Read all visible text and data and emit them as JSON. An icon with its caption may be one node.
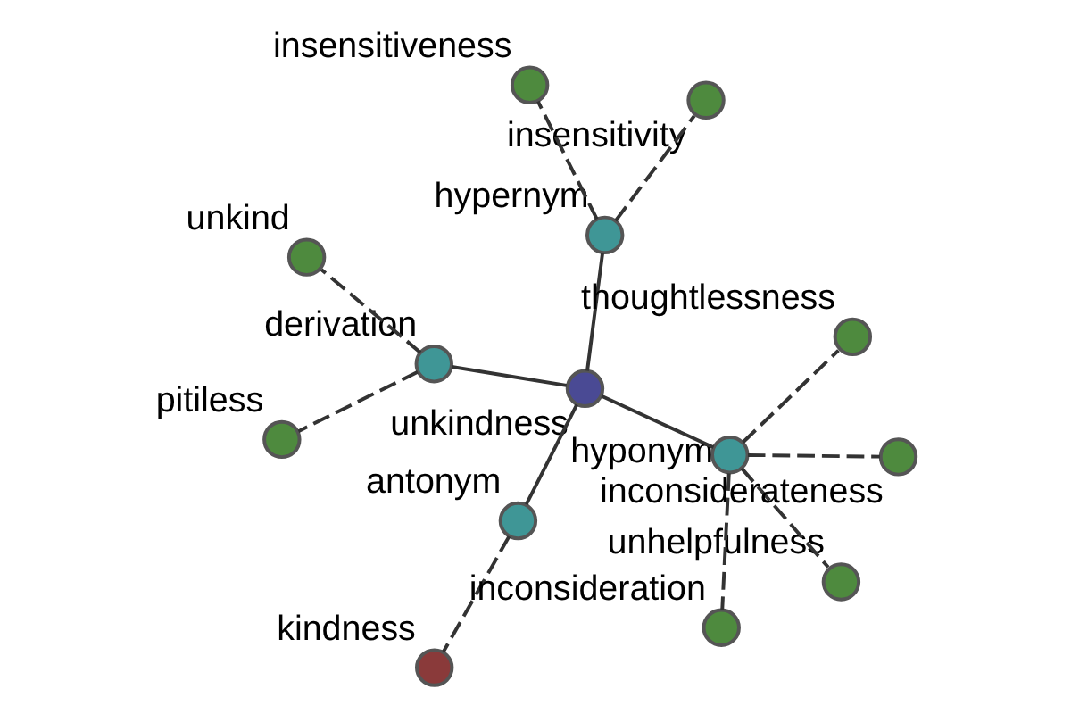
{
  "diagram": {
    "nodes": [
      {
        "text": [
          "kindness"
        ]
      },
      {
        "text": [
          "insensitivity"
        ]
      },
      {
        "text": [
          "antonym"
        ]
      },
      {
        "text": [
          "hypernym"
        ]
      },
      {
        "text": [
          "insensitiveness"
        ]
      },
      {
        "text": [
          "unkindness"
        ]
      },
      {
        "text": [
          "derivation"
        ]
      },
      {
        "text": [
          "unhelpfulness"
        ]
      },
      {
        "text": [
          "pitiless"
        ]
      },
      {
        "text": [
          "hyponym"
        ]
      },
      {
        "text": [
          "inconsideration"
        ]
      },
      {
        "text": [
          "unkind"
        ]
      },
      {
        "text": [
          "inconsiderateness"
        ]
      },
      {
        "text": [
          "thoughtlessness"
        ]
      }
    ],
    "edges": [
      {
        "from": 5,
        "to": 2,
        "arrow": "none"
      },
      {
        "from": 5,
        "to": 3,
        "arrow": "none"
      },
      {
        "from": 5,
        "to": 6,
        "arrow": "none"
      },
      {
        "from": 5,
        "to": 9,
        "arrow": "none"
      },
      {
        "from": 2,
        "to": 0,
        "arrow": "none",
        "style": "dashed"
      },
      {
        "from": 3,
        "to": 1,
        "arrow": "none",
        "style": "dashed"
      },
      {
        "from": 3,
        "to": 4,
        "arrow": "none",
        "style": "dashed"
      },
      {
        "from": 6,
        "to": 8,
        "arrow": "none",
        "style": "dashed"
      },
      {
        "from": 6,
        "to": 11,
        "arrow": "none",
        "style": "dashed"
      },
      {
        "from": 9,
        "to": 7,
        "arrow": "none",
        "style": "dashed"
      },
      {
        "from": 9,
        "to": 10,
        "arrow": "none",
        "style": "dashed"
      },
      {
        "from": 9,
        "to": 12,
        "arrow": "none",
        "style": "dashed"
      },
      {
        "from": 9,
        "to": 13,
        "arrow": "none",
        "style": "dashed"
      }
    ]
  }
}
